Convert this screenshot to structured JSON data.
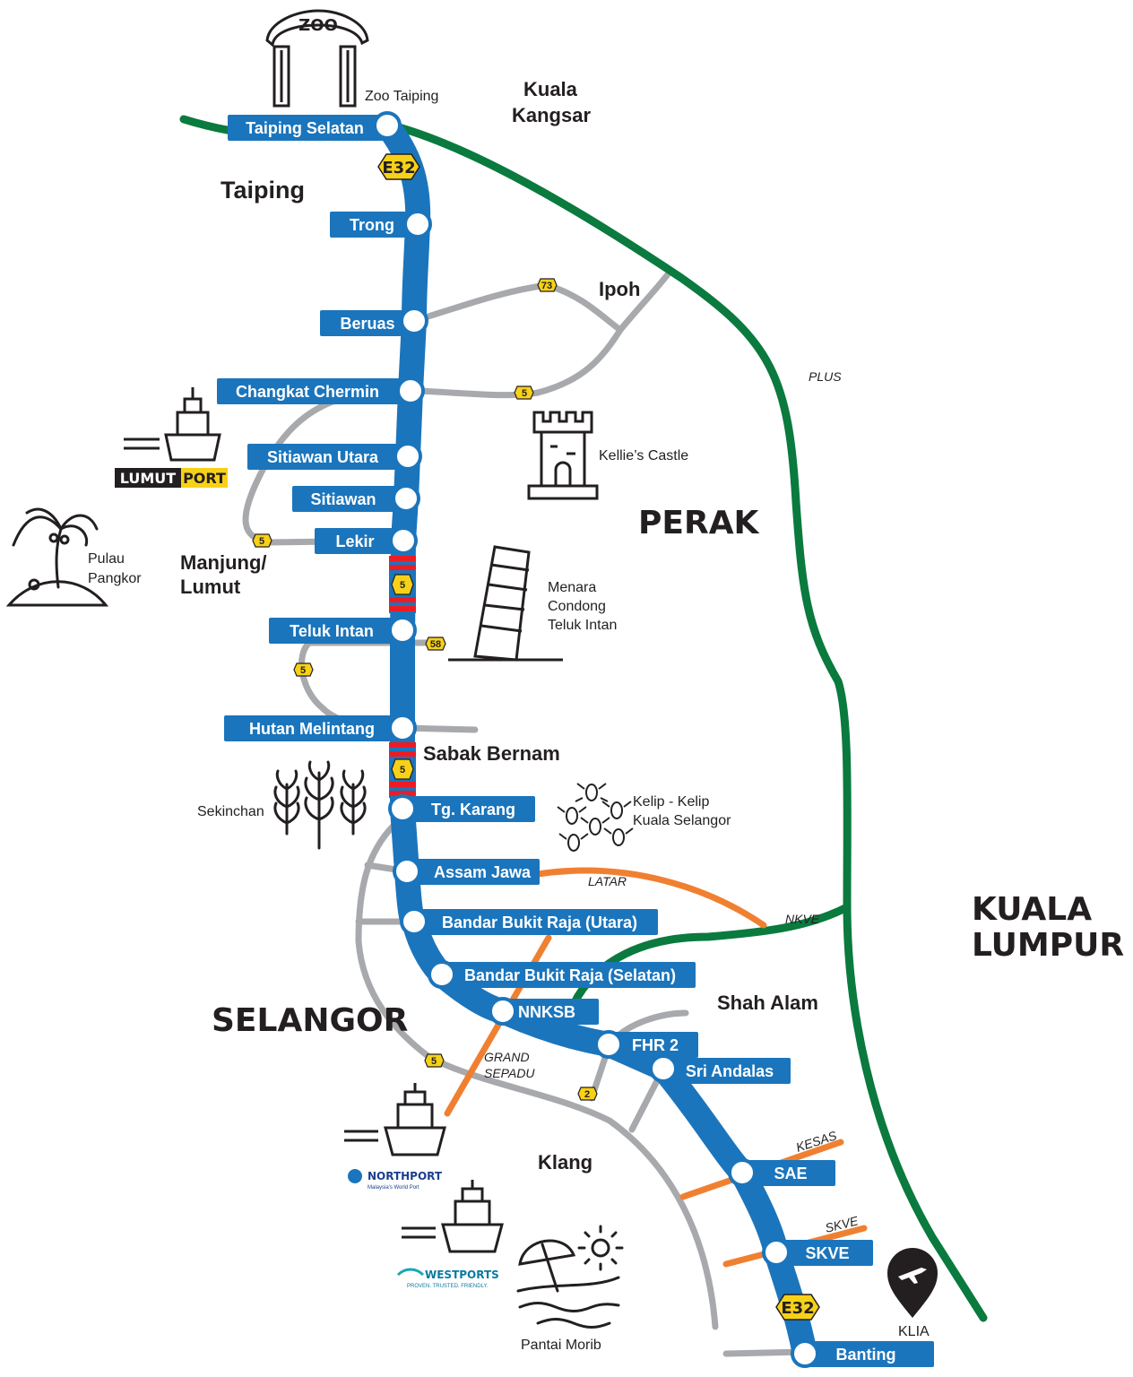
{
  "expressway": "E32",
  "colors": {
    "main_line": "#1b75bc",
    "plus_line": "#0a7a3e",
    "link_road": "#a7a9ac",
    "other_expressway": "#f08031",
    "crossing_red": "#ed1c24",
    "shield_yellow": "#f7d117"
  },
  "stations": [
    {
      "name": "Taiping Selatan"
    },
    {
      "name": "Trong"
    },
    {
      "name": "Beruas"
    },
    {
      "name": "Changkat Chermin"
    },
    {
      "name": "Sitiawan Utara"
    },
    {
      "name": "Sitiawan"
    },
    {
      "name": "Lekir"
    },
    {
      "name": "Teluk Intan"
    },
    {
      "name": "Hutan Melintang"
    },
    {
      "name": "Tg. Karang"
    },
    {
      "name": "Assam Jawa"
    },
    {
      "name": "Bandar Bukit Raja (Utara)"
    },
    {
      "name": "Bandar Bukit Raja (Selatan)"
    },
    {
      "name": "NNKSB"
    },
    {
      "name": "FHR 2"
    },
    {
      "name": "Sri Andalas"
    },
    {
      "name": "SAE"
    },
    {
      "name": "SKVE"
    },
    {
      "name": "Banting"
    }
  ],
  "regions": {
    "perak": "PERAK",
    "selangor": "SELANGOR",
    "kl_line1": "KUALA",
    "kl_line2": "LUMPUR"
  },
  "towns": {
    "taiping": "Taiping",
    "kk_line1": "Kuala",
    "kk_line2": "Kangsar",
    "ipoh": "Ipoh",
    "manjung_line1": "Manjung/",
    "manjung_line2": "Lumut",
    "sabak": "Sabak Bernam",
    "shah_alam": "Shah Alam",
    "klang": "Klang"
  },
  "highways": {
    "plus": "PLUS",
    "latar": "LATAR",
    "nkve": "NKVE",
    "grand_line1": "GRAND",
    "grand_line2": "SEPADU",
    "kesas": "KESAS",
    "skve": "SKVE"
  },
  "route_shields": {
    "r73": "73",
    "r5": "5",
    "r58": "58",
    "r2": "2"
  },
  "poi": {
    "zoo_sign": "ZOO",
    "zoo": "Zoo Taiping",
    "kellie": "Kellie’s Castle",
    "pangkor_line1": "Pulau",
    "pangkor_line2": "Pangkor",
    "menara_line1": "Menara",
    "menara_line2": "Condong",
    "menara_line3": "Teluk Intan",
    "sekinchan": "Sekinchan",
    "kelip_line1": "Kelip - Kelip",
    "kelip_line2": "Kuala Selangor",
    "pantai": "Pantai Morib",
    "klia": "KLIA"
  },
  "logos": {
    "lumut_a": "LUMUT",
    "lumut_b": "PORT",
    "northport": "NORTHPORT",
    "northport_tag": "Malaysia's World Port",
    "westports": "WESTPORTS",
    "westports_tag": "PROVEN. TRUSTED. FRIENDLY."
  }
}
